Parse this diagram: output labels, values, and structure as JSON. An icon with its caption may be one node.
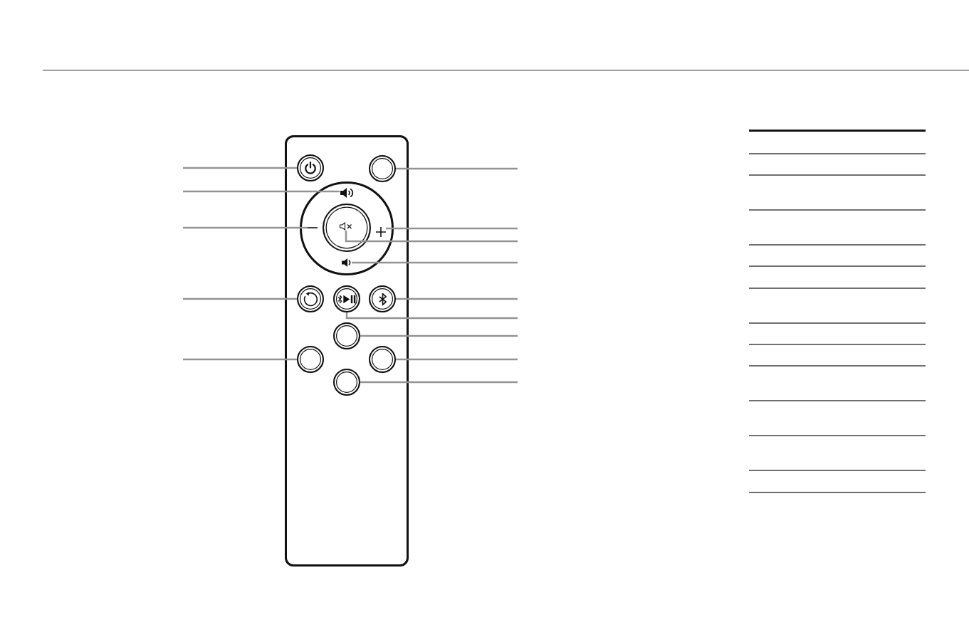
{
  "diagram": {
    "nodes": [
      {
        "text": [],
        "shape": "box"
      },
      {
        "text": [],
        "shape": "circle",
        "in": 0
      },
      {
        "text": [],
        "shape": "circle",
        "in": 0
      },
      {
        "text": [],
        "shape": "circle",
        "in": 0
      },
      {
        "text": [],
        "shape": "picture",
        "in": 3
      },
      {
        "text": [],
        "shape": "picture",
        "in": 3
      },
      {
        "text": [],
        "shape": "circle",
        "in": 3
      },
      {
        "text": [],
        "shape": "picture",
        "in": 6
      },
      {
        "text": [],
        "shape": "picture",
        "in": 3
      },
      {
        "text": [],
        "shape": "picture",
        "in": 3
      },
      {
        "text": [],
        "shape": "circle",
        "in": 0
      },
      {
        "text": [],
        "shape": "circle",
        "in": 0
      },
      {
        "text": [],
        "shape": "circle",
        "in": 0
      },
      {
        "text": [],
        "shape": "circle",
        "in": 0
      },
      {
        "text": [],
        "shape": "circle",
        "in": 0
      },
      {
        "text": [],
        "shape": "circle",
        "in": 0
      },
      {
        "text": [],
        "shape": "circle",
        "in": 0
      }
    ],
    "edges": [
      {
        "from": null,
        "to": 1,
        "arrow": "none"
      },
      {
        "from": null,
        "to": 4,
        "arrow": "none"
      },
      {
        "from": null,
        "to": 5,
        "arrow": "none"
      },
      {
        "from": null,
        "to": 10,
        "arrow": "none"
      },
      {
        "from": null,
        "to": 14,
        "arrow": "none"
      },
      {
        "from": null,
        "to": 2,
        "arrow": "none"
      },
      {
        "from": null,
        "to": 8,
        "arrow": "none"
      },
      {
        "from": null,
        "to": 7,
        "arrow": "none"
      },
      {
        "from": null,
        "to": 9,
        "arrow": "none"
      },
      {
        "from": null,
        "to": 12,
        "arrow": "none"
      },
      {
        "from": null,
        "to": 11,
        "arrow": "none"
      },
      {
        "from": null,
        "to": 13,
        "arrow": "none"
      },
      {
        "from": null,
        "to": 15,
        "arrow": "none"
      },
      {
        "from": null,
        "to": 16,
        "arrow": "none"
      }
    ]
  }
}
